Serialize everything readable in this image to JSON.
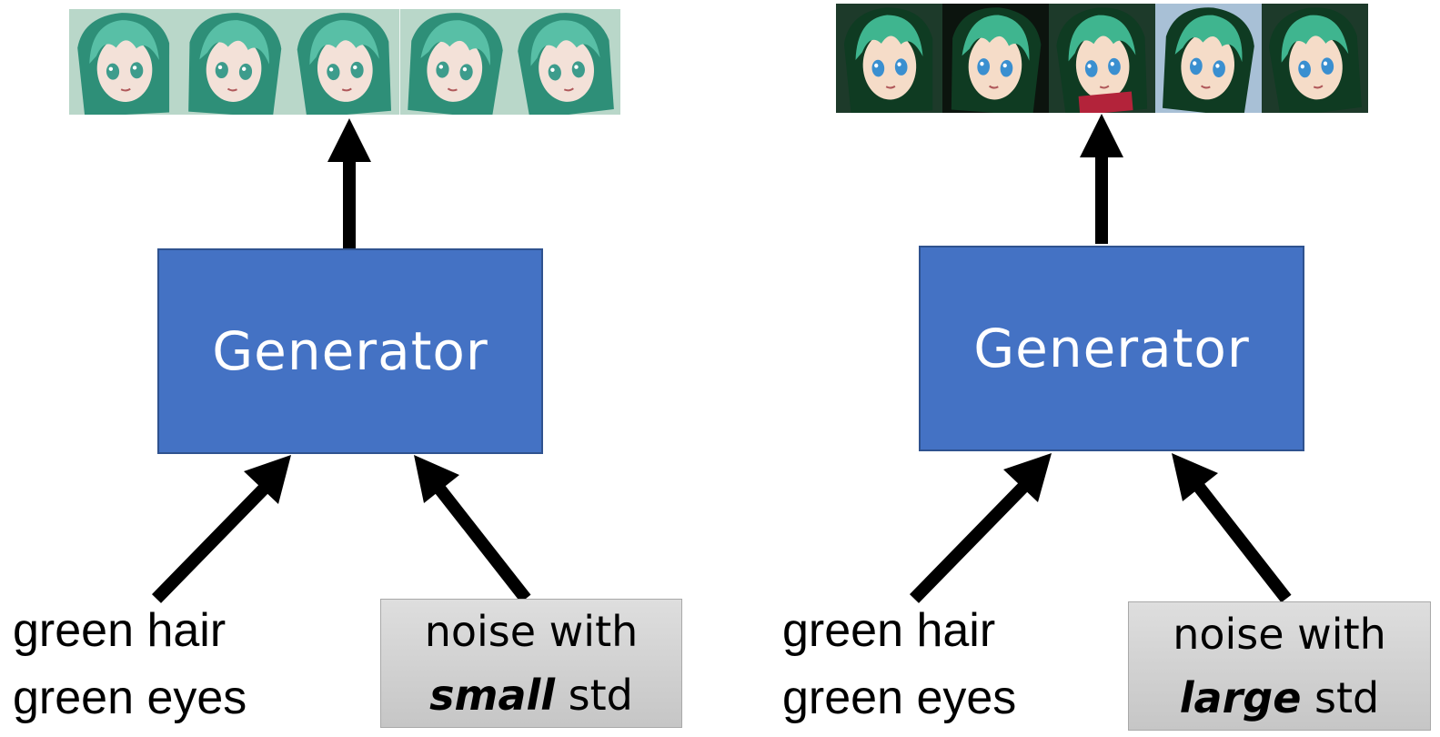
{
  "panels": [
    {
      "id": "small",
      "output_images": {
        "face_count": 5,
        "palette": {
          "hair": "#58bfa6",
          "hair_dark": "#2e8f78",
          "skin": "#f3e1d8",
          "bg": "#b9d7c9",
          "eye": "#3d9c8c"
        }
      },
      "generator_label": "Generator",
      "condition": {
        "line1": "green hair",
        "line2": "green eyes"
      },
      "noise": {
        "line1": "noise with",
        "emph": "small",
        "rest": " std"
      }
    },
    {
      "id": "large",
      "output_images": {
        "face_count": 5,
        "palette": {
          "hair": "#3fb58f",
          "hair_dark": "#0f3b22",
          "skin": "#f5dcc8",
          "bg": "#1d3a2a",
          "eye": "#3a8fd0"
        }
      },
      "generator_label": "Generator",
      "condition": {
        "line1": "green hair",
        "line2": "green eyes"
      },
      "noise": {
        "line1": "noise with",
        "emph": "large",
        "rest": " std"
      }
    }
  ],
  "colors": {
    "generator_fill": "#4472c4",
    "generator_border": "#2f528f",
    "arrow": "#000000",
    "noise_box": "#d0d0d0"
  }
}
